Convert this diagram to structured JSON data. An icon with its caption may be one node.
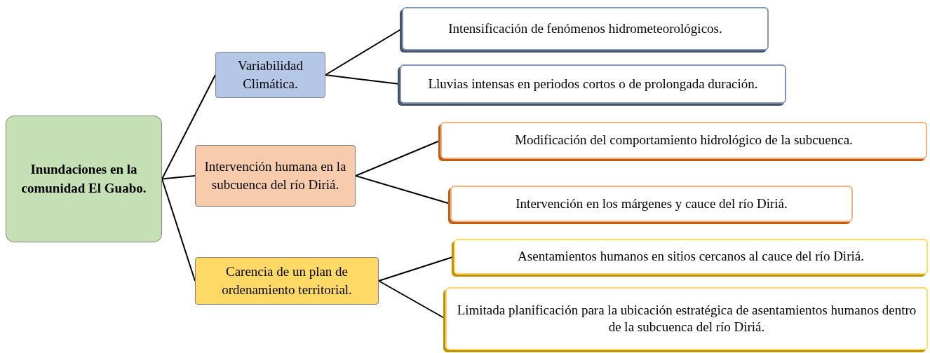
{
  "diagram": {
    "nodes": [
      {
        "text": [
          "Inundaciones en la comunidad El Guabo."
        ]
      },
      {
        "text": [
          "Variabilidad Climática."
        ]
      },
      {
        "text": [
          "Intervención humana en la subcuenca del río Diriá."
        ]
      },
      {
        "text": [
          "Carencia de un plan de ordenamiento territorial."
        ]
      },
      {
        "text": [
          "Intensificación de fenómenos hidrometeorológicos."
        ]
      },
      {
        "text": [
          "Lluvias intensas en periodos cortos o de prolongada duración."
        ]
      },
      {
        "text": [
          "Modificación del comportamiento hidrológico de la subcuenca."
        ]
      },
      {
        "text": [
          "Intervención en los márgenes y cauce del río Diriá."
        ]
      },
      {
        "text": [
          "Asentamientos humanos en sitios cercanos al cauce del río Diriá."
        ]
      },
      {
        "text": [
          "Limitada planificación para la ubicación estratégica de asentamientos humanos dentro de la subcuenca del río Diriá."
        ]
      }
    ],
    "edges": [
      {
        "from": 0,
        "to": 1,
        "arrow": "none"
      },
      {
        "from": 0,
        "to": 2,
        "arrow": "none"
      },
      {
        "from": 0,
        "to": 3,
        "arrow": "none"
      },
      {
        "from": 1,
        "to": 4,
        "arrow": "none"
      },
      {
        "from": 1,
        "to": 5,
        "arrow": "none"
      },
      {
        "from": 2,
        "to": 6,
        "arrow": "none"
      },
      {
        "from": 2,
        "to": 7,
        "arrow": "none"
      },
      {
        "from": 3,
        "to": 8,
        "arrow": "none"
      },
      {
        "from": 3,
        "to": 9,
        "arrow": "none"
      }
    ]
  }
}
